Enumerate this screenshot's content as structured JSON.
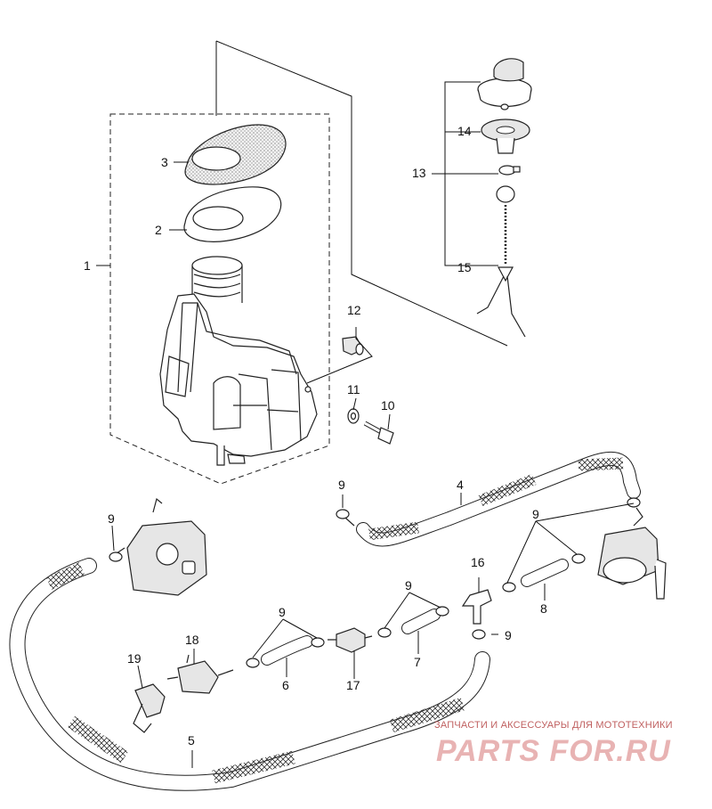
{
  "diagram": {
    "callouts": [
      "1",
      "2",
      "3",
      "4",
      "5",
      "6",
      "7",
      "8",
      "9",
      "10",
      "11",
      "12",
      "13",
      "14",
      "15",
      "16",
      "17",
      "18",
      "19"
    ]
  },
  "watermark": {
    "caption": "ЗАПЧАСТИ И АКСЕССУАРЫ ДЛЯ МОТОТЕХНИКИ",
    "logo": "PARTS FOR.RU"
  },
  "colors": {
    "line": "#222222",
    "watermark": "#e8b3b3"
  }
}
